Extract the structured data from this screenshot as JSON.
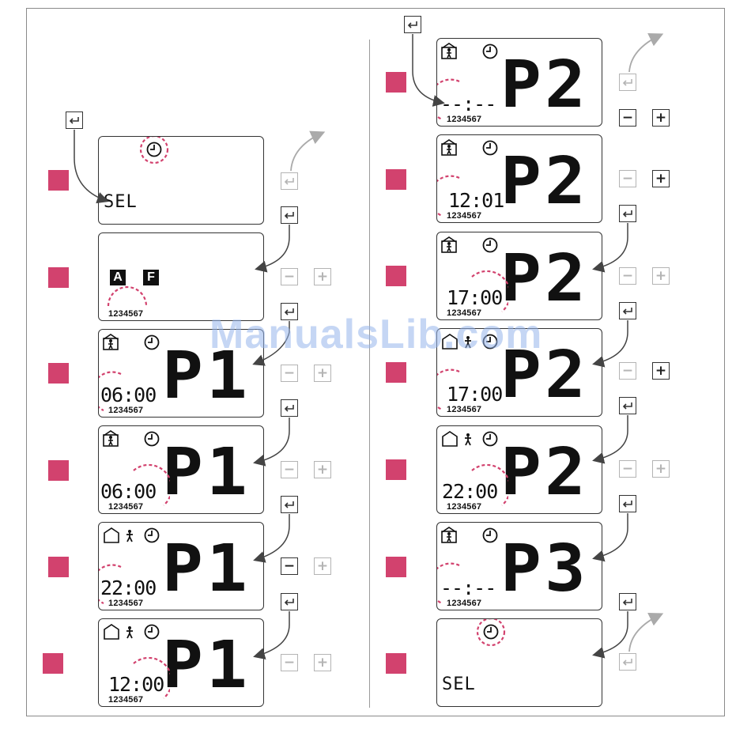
{
  "colors": {
    "marker": "#d2426e",
    "outline": "#333333",
    "dimmed": "#b4b4b4",
    "blink": "#d2426e"
  },
  "watermark": "ManualsLib.com",
  "buttons": {
    "minus": "−",
    "plus": "+"
  },
  "icons": {
    "enter": "enter-icon",
    "clock": "clock-icon",
    "away": "person-in-house-icon",
    "home": "house-person-icon"
  },
  "left_column": [
    {
      "id": "sel",
      "mode_text": "SEL",
      "clock_blink": true
    },
    {
      "id": "af",
      "badges": [
        "A",
        "F"
      ],
      "days": "1234567",
      "days_blink": true
    },
    {
      "id": "p1-a",
      "program": "P1",
      "time": "06:00",
      "days": "1234567",
      "icon": "away",
      "time_blink": "left"
    },
    {
      "id": "p1-b",
      "program": "P1",
      "time": "06:00",
      "days": "1234567",
      "icon": "away",
      "time_blink": "right"
    },
    {
      "id": "p1-c",
      "program": "P1",
      "time": "22:00",
      "days": "1234567",
      "icon": "home",
      "time_blink": "left"
    },
    {
      "id": "p1-d",
      "program": "P1",
      "time": "12:00",
      "days": "1234567",
      "icon": "home",
      "time_blink": "right"
    }
  ],
  "right_column": [
    {
      "id": "p2-a",
      "program": "P2",
      "time": "--:--",
      "days": "1234567",
      "icon": "away",
      "time_blink": "left"
    },
    {
      "id": "p2-b",
      "program": "P2",
      "time": "12:01",
      "days": "1234567",
      "icon": "away",
      "time_blink": "left"
    },
    {
      "id": "p2-c",
      "program": "P2",
      "time": "17:00",
      "days": "1234567",
      "icon": "away",
      "time_blink": "right"
    },
    {
      "id": "p2-d",
      "program": "P2",
      "time": "17:00",
      "days": "1234567",
      "icon": "home",
      "time_blink": "left"
    },
    {
      "id": "p2-e",
      "program": "P2",
      "time": "22:00",
      "days": "1234567",
      "icon": "home",
      "time_blink": "right"
    },
    {
      "id": "p3-a",
      "program": "P3",
      "time": "--:--",
      "days": "1234567",
      "icon": "away",
      "time_blink": "left"
    },
    {
      "id": "sel-end",
      "mode_text": "SEL",
      "clock_blink": true
    }
  ]
}
